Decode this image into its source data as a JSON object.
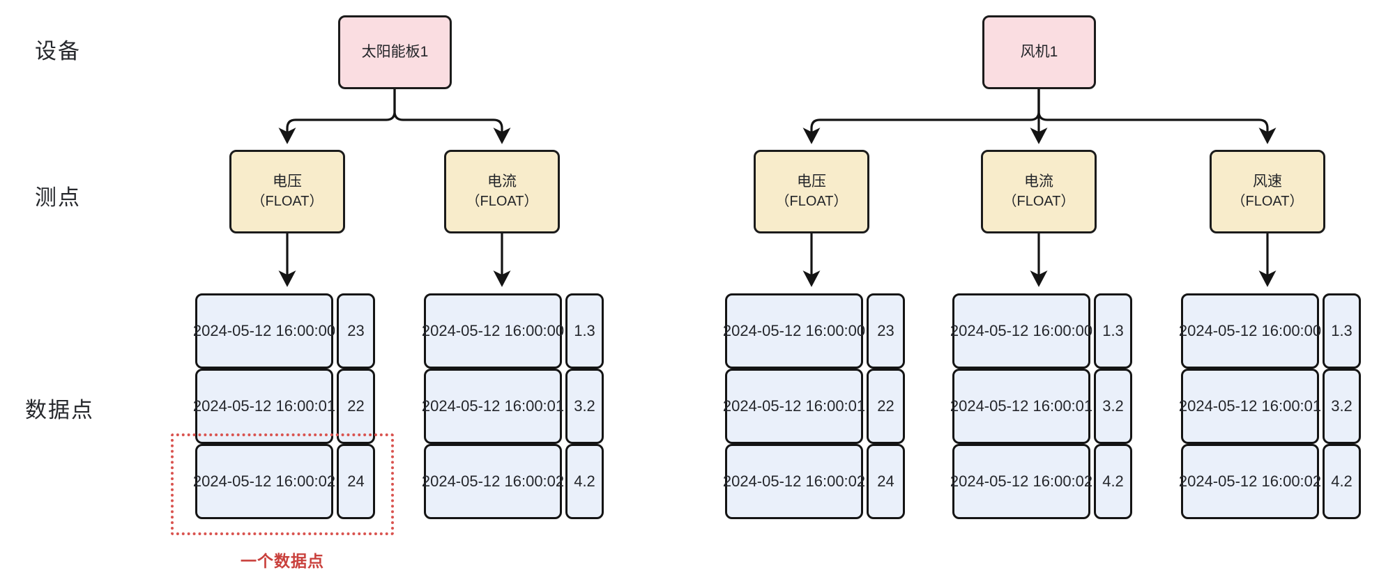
{
  "diagram": {
    "title": "设备-测点-数据点 层级结构",
    "row_labels": [
      {
        "name": "device-row-label",
        "text": "设备"
      },
      {
        "name": "measurement-row-label",
        "text": "测点"
      },
      {
        "name": "datapoint-row-label",
        "text": "数据点"
      }
    ],
    "colors": {
      "device_fill": "#fadde1",
      "measure_fill": "#f8eccb",
      "cell_fill": "#eaf0fa",
      "stroke": "#141414",
      "highlight": "#d9534f"
    },
    "devices": [
      {
        "id": "solar-panel-1",
        "label": "太阳能板1",
        "measurements": [
          {
            "id": "solar-voltage",
            "name": "电压",
            "type": "（FLOAT）",
            "datapoints": [
              {
                "timestamp": "2024-05-12 16:00:00",
                "value": "23"
              },
              {
                "timestamp": "2024-05-12 16:00:01",
                "value": "22"
              },
              {
                "timestamp": "2024-05-12 16:00:02",
                "value": "24"
              }
            ]
          },
          {
            "id": "solar-current",
            "name": "电流",
            "type": "（FLOAT）",
            "datapoints": [
              {
                "timestamp": "2024-05-12 16:00:00",
                "value": "1.3"
              },
              {
                "timestamp": "2024-05-12 16:00:01",
                "value": "3.2"
              },
              {
                "timestamp": "2024-05-12 16:00:02",
                "value": "4.2"
              }
            ]
          }
        ]
      },
      {
        "id": "wind-turbine-1",
        "label": "风机1",
        "measurements": [
          {
            "id": "wind-voltage",
            "name": "电压",
            "type": "（FLOAT）",
            "datapoints": [
              {
                "timestamp": "2024-05-12 16:00:00",
                "value": "23"
              },
              {
                "timestamp": "2024-05-12 16:00:01",
                "value": "22"
              },
              {
                "timestamp": "2024-05-12 16:00:02",
                "value": "24"
              }
            ]
          },
          {
            "id": "wind-current",
            "name": "电流",
            "type": "（FLOAT）",
            "datapoints": [
              {
                "timestamp": "2024-05-12 16:00:00",
                "value": "1.3"
              },
              {
                "timestamp": "2024-05-12 16:00:01",
                "value": "3.2"
              },
              {
                "timestamp": "2024-05-12 16:00:02",
                "value": "4.2"
              }
            ]
          },
          {
            "id": "wind-speed",
            "name": "风速",
            "type": "（FLOAT）",
            "datapoints": [
              {
                "timestamp": "2024-05-12 16:00:00",
                "value": "1.3"
              },
              {
                "timestamp": "2024-05-12 16:00:01",
                "value": "3.2"
              },
              {
                "timestamp": "2024-05-12 16:00:02",
                "value": "4.2"
              }
            ]
          }
        ]
      }
    ],
    "annotation": {
      "caption": "一个数据点"
    }
  }
}
